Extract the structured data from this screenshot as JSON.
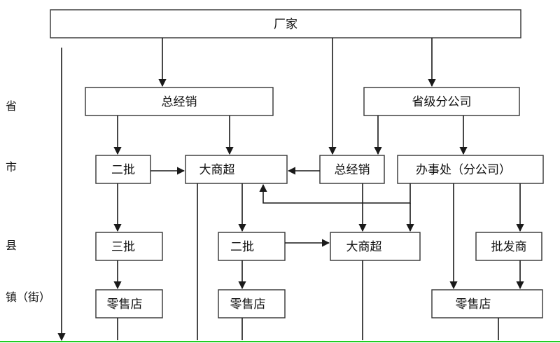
{
  "nodes": {
    "manufacturer": "厂家",
    "general_distributor_province": "总经销",
    "provincial_branch": "省级分公司",
    "second_wholesale_city": "二批",
    "hypermarket_city": "大商超",
    "general_distributor_city": "总经销",
    "office_branch": "办事处（分公司）",
    "third_wholesale": "三批",
    "second_wholesale_county": "二批",
    "hypermarket_county": "大商超",
    "wholesaler": "批发商",
    "retail_store_1": "零售店",
    "retail_store_2": "零售店",
    "retail_store_3": "零售店"
  },
  "levels": {
    "province": "省",
    "city": "市",
    "county": "县",
    "town": "镇（街）"
  },
  "colors": {
    "bottom_line": "#22cc22"
  }
}
